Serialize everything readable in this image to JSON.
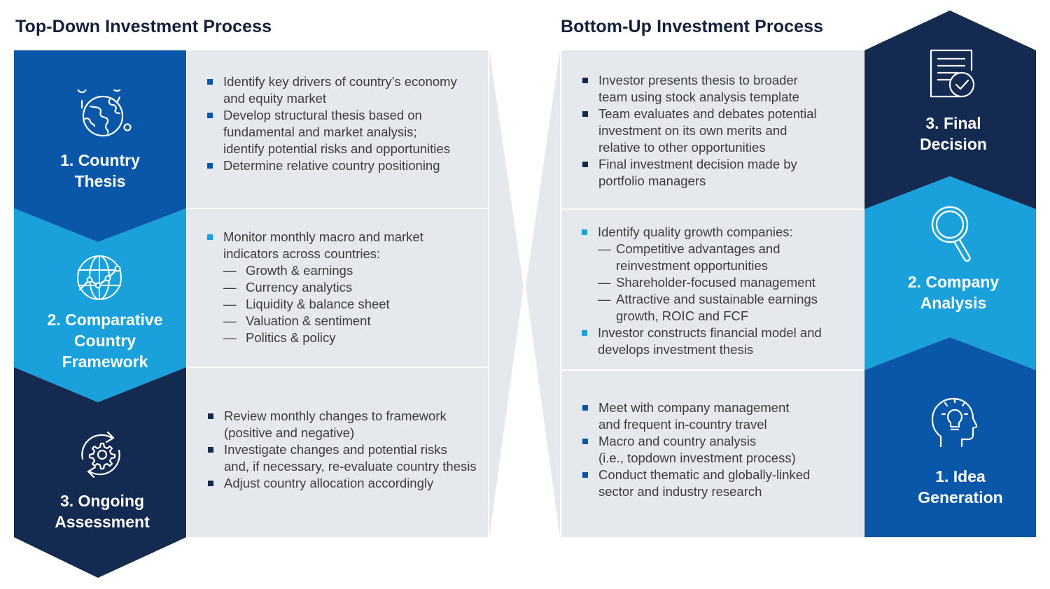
{
  "colors": {
    "navy": "#142a50",
    "blue": "#0a56a8",
    "light_blue": "#1aa1dc",
    "panel": "#e5e8ec"
  },
  "top_down": {
    "title": "Top-Down Investment Process",
    "steps": [
      {
        "label": "1. Country Thesis",
        "lines": [
          "1. Country",
          "Thesis"
        ],
        "icon": "globe-location-icon",
        "bullets": [
          {
            "text": "Identify key drivers of country’s economy and equity market",
            "lines": [
              "Identify key drivers of country’s economy",
              "and equity market"
            ]
          },
          {
            "text": "Develop structural thesis based on fundamental and market analysis; identify potential risks and opportunities",
            "lines": [
              "Develop structural thesis based on",
              "fundamental and market analysis;",
              "identify potential risks and opportunities"
            ]
          },
          {
            "text": "Determine relative country positioning",
            "lines": [
              "Determine relative country positioning"
            ]
          }
        ]
      },
      {
        "label": "2. Comparative Country Framework",
        "lines": [
          "2. Comparative",
          "Country",
          "Framework"
        ],
        "icon": "network-globe-icon",
        "bullets": [
          {
            "text": "Monitor monthly macro and market indicators across countries:",
            "lines": [
              "Monitor monthly macro and market",
              "indicators across countries:"
            ],
            "subs": [
              "Growth & earnings",
              "Currency analytics",
              "Liquidity & balance sheet",
              "Valuation & sentiment",
              "Politics & policy"
            ]
          }
        ]
      },
      {
        "label": "3. Ongoing Assessment",
        "lines": [
          "3. Ongoing",
          "Assessment"
        ],
        "icon": "gear-cycle-icon",
        "bullets": [
          {
            "text": "Review monthly changes to framework (positive and negative)",
            "lines": [
              "Review monthly changes to framework",
              "(positive and negative)"
            ]
          },
          {
            "text": "Investigate changes and potential risks and, if necessary, re-evaluate country thesis",
            "lines": [
              "Investigate changes and potential risks",
              "and, if necessary, re-evaluate country thesis"
            ]
          },
          {
            "text": "Adjust country allocation accordingly",
            "lines": [
              "Adjust country allocation accordingly"
            ]
          }
        ]
      }
    ]
  },
  "bottom_up": {
    "title": "Bottom-Up Investment Process",
    "steps": [
      {
        "label": "3. Final Decision",
        "lines": [
          "3. Final",
          "Decision"
        ],
        "icon": "document-check-icon",
        "bullets": [
          {
            "text": "Investor presents thesis to broader team using stock analysis template",
            "lines": [
              "Investor presents thesis to broader",
              "team using stock analysis template"
            ]
          },
          {
            "text": "Team evaluates and debates potential investment on its own merits and relative to other opportunities",
            "lines": [
              "Team evaluates and debates potential",
              "investment on its own merits and",
              "relative to other opportunities"
            ]
          },
          {
            "text": "Final investment decision made by portfolio managers",
            "lines": [
              "Final investment decision made by",
              "portfolio managers"
            ]
          }
        ]
      },
      {
        "label": "2. Company Analysis",
        "lines": [
          "2. Company",
          "Analysis"
        ],
        "icon": "magnifier-icon",
        "bullets": [
          {
            "text": "Identify quality growth companies:",
            "lines": [
              "Identify quality growth companies:"
            ],
            "subs2": [
              {
                "text": "Competitive advantages and reinvestment opportunities",
                "lines": [
                  "Competitive advantages and",
                  "reinvestment opportunities"
                ]
              },
              {
                "text": "Shareholder-focused management",
                "lines": [
                  "Shareholder-focused management"
                ]
              },
              {
                "text": "Attractive and sustainable earnings growth, ROIC and FCF",
                "lines": [
                  "Attractive and sustainable earnings",
                  "growth, ROIC and FCF"
                ]
              }
            ]
          },
          {
            "text": "Investor constructs financial model and develops investment thesis",
            "lines": [
              "Investor constructs financial model and",
              "develops investment thesis"
            ]
          }
        ]
      },
      {
        "label": "1. Idea Generation",
        "lines": [
          "1. Idea",
          "Generation"
        ],
        "icon": "head-lightbulb-icon",
        "bullets": [
          {
            "text": "Meet with company management and frequent in-country travel",
            "lines": [
              "Meet with company management",
              "and frequent in-country travel"
            ]
          },
          {
            "text": "Macro and country analysis (i.e., topdown investment process)",
            "lines": [
              "Macro and country analysis",
              "(i.e., topdown investment process)"
            ]
          },
          {
            "text": "Conduct thematic and globally-linked sector and industry research",
            "lines": [
              "Conduct thematic and globally-linked",
              "sector and industry research"
            ]
          }
        ]
      }
    ]
  }
}
